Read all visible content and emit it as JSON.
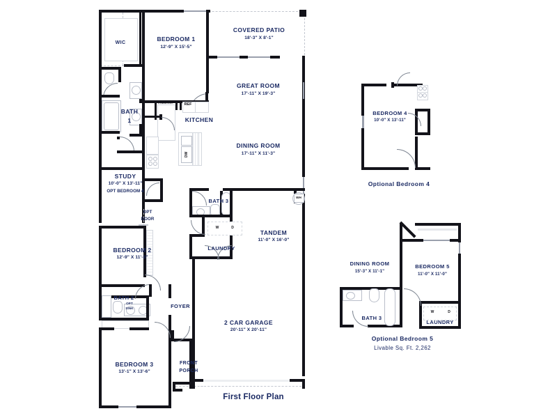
{
  "document": {
    "type": "residential-floor-plan",
    "main_title": "First Floor Plan",
    "text_color": "#1b2a63",
    "wall_color": "#13131a"
  },
  "first_floor": {
    "title": "First Floor Plan",
    "rooms": [
      {
        "id": "wic",
        "name": "WIC",
        "dim": ""
      },
      {
        "id": "bedroom1",
        "name": "BEDROOM 1",
        "dim": "12'-9\" X 15'-5\""
      },
      {
        "id": "covered_patio",
        "name": "COVERED PATIO",
        "dim": "18'-3\" X 8'-1\""
      },
      {
        "id": "great_room",
        "name": "GREAT ROOM",
        "dim": "17'-11\" X 19'-3\""
      },
      {
        "id": "bath1",
        "name": "BATH",
        "dim": "1"
      },
      {
        "id": "kitchen",
        "name": "KITCHEN",
        "dim": ""
      },
      {
        "id": "pantry",
        "name": "PANTRY",
        "dim": ""
      },
      {
        "id": "ref",
        "name": "REF",
        "dim": ""
      },
      {
        "id": "dw",
        "name": "DW",
        "dim": ""
      },
      {
        "id": "dining_room",
        "name": "DINING ROOM",
        "dim": "17'-11\" X 11'-3\""
      },
      {
        "id": "study",
        "name": "STUDY",
        "dim": "10'-0\" X 13'-11\"",
        "alt": "OPT BEDROOM 4"
      },
      {
        "id": "opt_door",
        "name": "OPT",
        "dim": "DOOR"
      },
      {
        "id": "bath3",
        "name": "BATH 3",
        "dim": ""
      },
      {
        "id": "laundry",
        "name": "LAUNDRY",
        "dim": ""
      },
      {
        "id": "washer",
        "name": "W",
        "dim": ""
      },
      {
        "id": "dryer",
        "name": "D",
        "dim": ""
      },
      {
        "id": "wh",
        "name": "WH",
        "dim": ""
      },
      {
        "id": "tandem",
        "name": "TANDEM",
        "dim": "11'-0\" X 16'-0\""
      },
      {
        "id": "bedroom2",
        "name": "BEDROOM 2",
        "dim": "12'-9\" X 11'-3\""
      },
      {
        "id": "bath2",
        "name": "BATH 2",
        "dim": "",
        "alt1": "OPT",
        "alt2": "SINK"
      },
      {
        "id": "foyer",
        "name": "FOYER",
        "dim": ""
      },
      {
        "id": "garage",
        "name": "2 CAR GARAGE",
        "dim": "20'-11\" X 20'-11\""
      },
      {
        "id": "bedroom3",
        "name": "BEDROOM 3",
        "dim": "13'-1\" X 13'-6\""
      },
      {
        "id": "front_porch",
        "name": "FRONT",
        "dim": "PORCH"
      }
    ]
  },
  "option_bedroom4": {
    "title": "Optional Bedroom 4",
    "rooms": [
      {
        "id": "bedroom4",
        "name": "BEDROOM 4",
        "dim": "10'-0\" X 13'-11\""
      }
    ]
  },
  "option_bedroom5": {
    "title": "Optional Bedroom 5",
    "subtitle": "Livable Sq. Ft. 2,262",
    "rooms": [
      {
        "id": "dining_room5",
        "name": "DINING ROOM",
        "dim": "15'-3\" X 11'-1\""
      },
      {
        "id": "bedroom5",
        "name": "BEDROOM 5",
        "dim": "11'-0\" X 11'-0\""
      },
      {
        "id": "bath3b",
        "name": "BATH 3",
        "dim": ""
      },
      {
        "id": "laundry5",
        "name": "LAUNDRY",
        "dim": ""
      },
      {
        "id": "washer5",
        "name": "W",
        "dim": ""
      },
      {
        "id": "dryer5",
        "name": "D",
        "dim": ""
      }
    ]
  }
}
